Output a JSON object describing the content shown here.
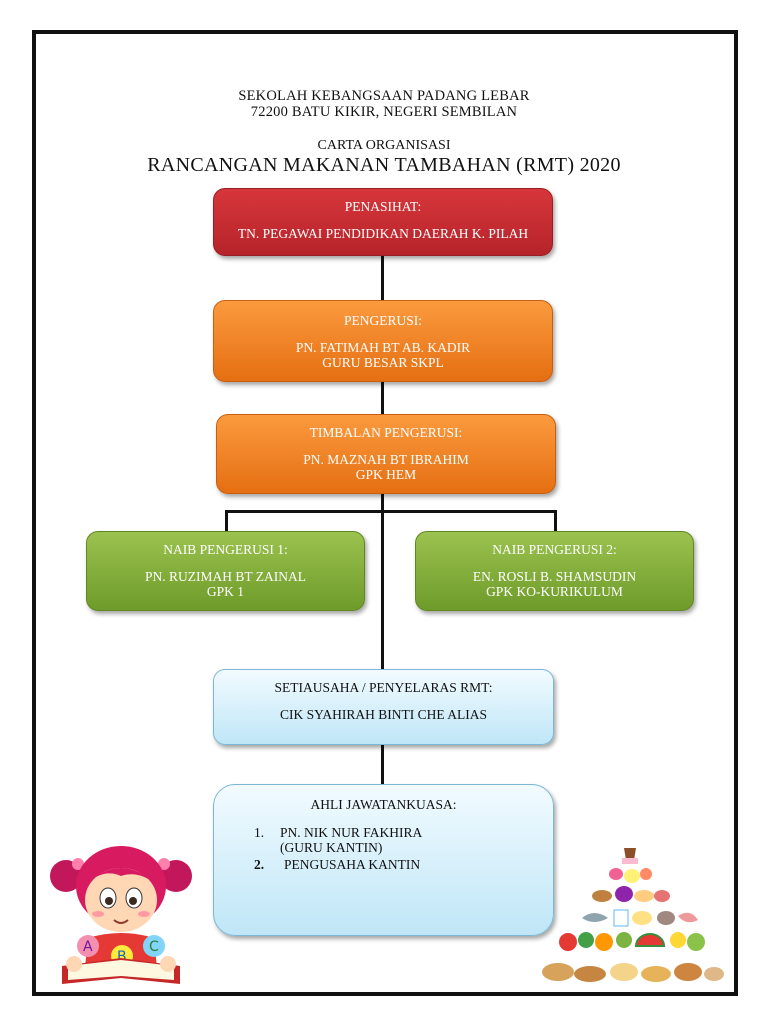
{
  "header": {
    "school_name": "SEKOLAH KEBANGSAAN PADANG LEBAR",
    "school_address": "72200 BATU KIKIR, NEGERI SEMBILAN",
    "chart_label": "CARTA ORGANISASI",
    "chart_title": "RANCANGAN MAKANAN TAMBAHAN (RMT) 2020"
  },
  "penasihat": {
    "role": "PENASIHAT:",
    "name": "TN. PEGAWAI PENDIDIKAN DAERAH K. PILAH"
  },
  "pengerusi": {
    "role": "PENGERUSI:",
    "name": "PN. FATIMAH BT AB. KADIR",
    "title": "GURU BESAR SKPL"
  },
  "timbalan": {
    "role": "TIMBALAN PENGERUSI:",
    "name": "PN. MAZNAH BT IBRAHIM",
    "title": "GPK HEM"
  },
  "naib1": {
    "role": "NAIB PENGERUSI 1:",
    "name": "PN. RUZIMAH BT ZAINAL",
    "title": "GPK 1"
  },
  "naib2": {
    "role": "NAIB PENGERUSI 2:",
    "name": "EN. ROSLI B. SHAMSUDIN",
    "title": "GPK KO-KURIKULUM"
  },
  "setiausaha": {
    "role": "SETIAUSAHA / PENYELARAS RMT:",
    "name": "CIK SYAHIRAH BINTI CHE ALIAS"
  },
  "ahli": {
    "role": "AHLI JAWATANKUASA:",
    "members": [
      {
        "num": "1.",
        "name": "PN. NIK NUR FAKHIRA",
        "sub": "(GURU KANTIN)"
      },
      {
        "num": "2.",
        "name": "PENGUSAHA KANTIN"
      }
    ]
  },
  "colors": {
    "red": "#c62d32",
    "orange": "#f0821f",
    "green": "#86ad3b",
    "blue": "#d6effa"
  }
}
